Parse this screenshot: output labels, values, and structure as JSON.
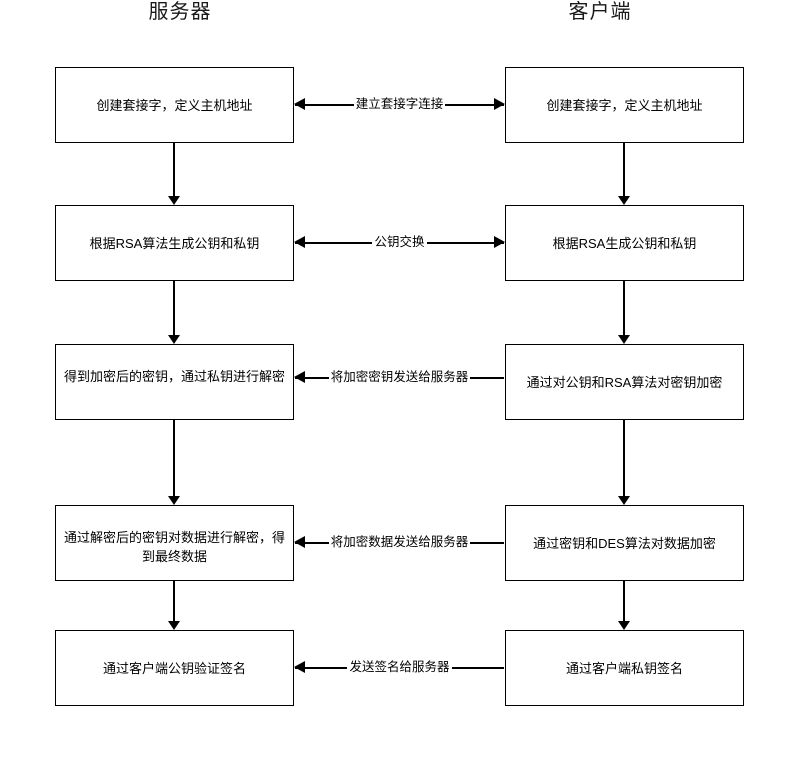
{
  "columns": {
    "server": "服务器",
    "client": "客户端"
  },
  "rows": [
    {
      "left": "创建套接字，定义主机地址",
      "right": "创建套接字，定义主机地址",
      "message": "建立套接字连接",
      "direction": "both"
    },
    {
      "left": "根据RSA算法生成公钥和私钥",
      "right": "根据RSA生成公钥和私钥",
      "message": "公钥交换",
      "direction": "both"
    },
    {
      "left": "得到加密后的密钥，通过私钥进行解密",
      "right": "通过对公钥和RSA算法对密钥加密",
      "message": "将加密密钥发送给服务器",
      "direction": "left"
    },
    {
      "left": "通过解密后的密钥对数据进行解密，得到最终数据",
      "right": "通过密钥和DES算法对数据加密",
      "message": "将加密数据发送给服务器",
      "direction": "left"
    },
    {
      "left": "通过客户端公钥验证签名",
      "right": "通过客户端私钥签名",
      "message": "发送签名给服务器",
      "direction": "left"
    }
  ],
  "style": {
    "stroke": "#000000",
    "fill": "#ffffff"
  }
}
